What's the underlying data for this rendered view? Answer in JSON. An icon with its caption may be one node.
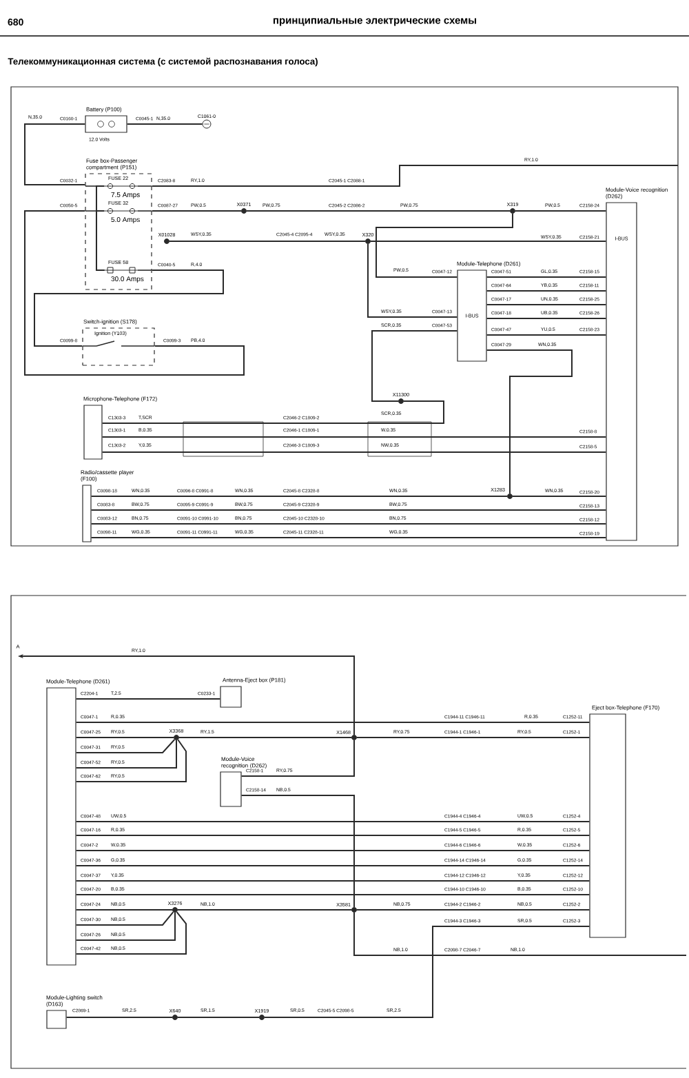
{
  "diagram": {
    "title": "Телекоммуникационная система (с системой распознавания голоса)",
    "nodes": [
      {
        "text": [
          "Battery (P100)"
        ],
        "beside": [
          "12.0 Volts"
        ]
      },
      {
        "text": [],
        "shape": "circle",
        "beside": [
          "C1061-0"
        ]
      },
      {
        "text": [
          "Fuse box-Passenger compartment (P151)"
        ]
      },
      {
        "text": [
          "FUSE 22",
          "7.5 Amps"
        ],
        "in": 2
      },
      {
        "text": [
          "FUSE 32",
          "5.0 Amps"
        ],
        "in": 2
      },
      {
        "text": [
          "FUSE 58",
          "30.0 Amps"
        ],
        "in": 2
      },
      {
        "text": [
          "Switch-ignition (S178)",
          "Ignition (Y103)"
        ]
      },
      {
        "text": [],
        "shape": "circle",
        "beside": [
          "X0371"
        ]
      },
      {
        "text": [],
        "shape": "circle",
        "beside": [
          "X01028"
        ]
      },
      {
        "text": [],
        "shape": "circle",
        "beside": [
          "X319"
        ]
      },
      {
        "text": [],
        "shape": "circle",
        "beside": [
          "X320"
        ]
      },
      {
        "text": [
          "Module-Telephone (D261)",
          "I-BUS"
        ]
      },
      {
        "text": [
          "Module-Voice recognition (D262)",
          "I-BUS"
        ]
      },
      {
        "text": [
          "Microphone-Telephone (F172)"
        ]
      },
      {
        "text": [],
        "shape": "circle",
        "beside": [
          "X11300"
        ]
      },
      {
        "text": [
          "Radio/cassette player (F100)"
        ]
      },
      {
        "text": [],
        "shape": "circle",
        "beside": [
          "X1283"
        ]
      },
      {
        "text": [
          "Module-Telephone (D261)"
        ]
      },
      {
        "text": [
          "Antenna-Eject box (P181)"
        ]
      },
      {
        "text": [
          "Module-Voice recognition (D262)"
        ]
      },
      {
        "text": [
          "Eject box-Telephone (F170)"
        ]
      },
      {
        "text": [
          "Module-Lighting switch (D163)"
        ]
      },
      {
        "text": [],
        "shape": "circle",
        "beside": [
          "X3368"
        ]
      },
      {
        "text": [],
        "shape": "circle",
        "beside": [
          "X1468"
        ]
      },
      {
        "text": [],
        "shape": "circle",
        "beside": [
          "X3276"
        ]
      },
      {
        "text": [],
        "shape": "circle",
        "beside": [
          "X3581"
        ]
      },
      {
        "text": [],
        "shape": "circle",
        "beside": [
          "X640"
        ]
      },
      {
        "text": [],
        "shape": "circle",
        "beside": [
          "X1919"
        ]
      },
      {
        "text": [
          "A"
        ]
      }
    ],
    "edges": [
      {
        "from": 0,
        "to": 2,
        "arrow": "none",
        "label": "N,35.0"
      },
      {
        "from": 0,
        "to": 1,
        "arrow": "none",
        "label": "N,35.0"
      },
      {
        "from": 2,
        "to": null,
        "arrow": "none",
        "label": "RY,1.0"
      },
      {
        "from": 6,
        "to": 2,
        "arrow": "none",
        "label": "PB,4.0"
      },
      {
        "from": 2,
        "to": 6,
        "arrow": "none",
        "label": "R,4.0"
      },
      {
        "from": 2,
        "to": 7,
        "arrow": "none",
        "label": "PW,0.5"
      },
      {
        "from": 7,
        "to": 9,
        "arrow": "none",
        "label": "PW,0.75"
      },
      {
        "from": 9,
        "to": 12,
        "arrow": "none",
        "label": "PW,0.5"
      },
      {
        "from": 9,
        "to": 11,
        "arrow": "none",
        "label": "PW,0.5"
      },
      {
        "from": 8,
        "to": 10,
        "arrow": "none",
        "label": "WSY,0.35"
      },
      {
        "from": 10,
        "to": 12,
        "arrow": "none",
        "label": "WSY,0.35"
      },
      {
        "from": 10,
        "to": 11,
        "arrow": "none",
        "label": "WSY,0.35"
      },
      {
        "from": 13,
        "to": 14,
        "arrow": "none",
        "label": "T,SCR"
      },
      {
        "from": 14,
        "to": 11,
        "arrow": "none",
        "label": "SCR,0.35"
      },
      {
        "from": 13,
        "to": 12,
        "arrow": "none",
        "label": "W,0.35"
      },
      {
        "from": 13,
        "to": 12,
        "arrow": "none",
        "label": "NW,0.35"
      },
      {
        "from": 15,
        "to": 16,
        "arrow": "none",
        "label": "WN,0.35"
      },
      {
        "from": 16,
        "to": 12,
        "arrow": "none",
        "label": "WN,0.35"
      },
      {
        "from": 11,
        "to": 16,
        "arrow": "none",
        "label": "WN,0.35"
      },
      {
        "from": 15,
        "to": 12,
        "arrow": "none",
        "label": "BW,0.75"
      },
      {
        "from": 15,
        "to": 12,
        "arrow": "none",
        "label": "BN,0.75"
      },
      {
        "from": 15,
        "to": 12,
        "arrow": "none",
        "label": "WG,0.35"
      },
      {
        "from": 11,
        "to": 12,
        "arrow": "none",
        "label": "GL,0.35"
      },
      {
        "from": 11,
        "to": 12,
        "arrow": "none",
        "label": "YB,0.35"
      },
      {
        "from": 11,
        "to": 12,
        "arrow": "none",
        "label": "UN,0.35"
      },
      {
        "from": 11,
        "to": 12,
        "arrow": "none",
        "label": "UB,0.35"
      },
      {
        "from": 11,
        "to": 12,
        "arrow": "none",
        "label": "YU,0.5"
      },
      {
        "from": 23,
        "to": 28,
        "arrow": "to",
        "label": "RY,1.0"
      },
      {
        "from": 17,
        "to": 18,
        "arrow": "none",
        "label": "T,2.5"
      },
      {
        "from": 17,
        "to": 20,
        "arrow": "none",
        "label": "R,0.35"
      },
      {
        "from": 17,
        "to": 22,
        "arrow": "none",
        "label": "RY,0.5"
      },
      {
        "from": 17,
        "to": 22,
        "arrow": "none",
        "label": "RY,0.5"
      },
      {
        "from": 17,
        "to": 22,
        "arrow": "none",
        "label": "RY,0.5"
      },
      {
        "from": 17,
        "to": 22,
        "arrow": "none",
        "label": "RY,0.5"
      },
      {
        "from": 22,
        "to": 23,
        "arrow": "none",
        "label": "RY,1.5"
      },
      {
        "from": 19,
        "to": 23,
        "arrow": "none",
        "label": "RY,0.75"
      },
      {
        "from": 23,
        "to": 20,
        "arrow": "none",
        "label": "RY,0.5"
      },
      {
        "from": 17,
        "to": 20,
        "arrow": "none",
        "label": "UW,0.5"
      },
      {
        "from": 17,
        "to": 20,
        "arrow": "none",
        "label": "R,0.35"
      },
      {
        "from": 17,
        "to": 20,
        "arrow": "none",
        "label": "W,0.35"
      },
      {
        "from": 17,
        "to": 20,
        "arrow": "none",
        "label": "G,0.35"
      },
      {
        "from": 17,
        "to": 20,
        "arrow": "none",
        "label": "Y,0.35"
      },
      {
        "from": 17,
        "to": 20,
        "arrow": "none",
        "label": "B,0.35"
      },
      {
        "from": 17,
        "to": 24,
        "arrow": "none",
        "label": "NB,0.5"
      },
      {
        "from": 17,
        "to": 24,
        "arrow": "none",
        "label": "NB,0.5"
      },
      {
        "from": 17,
        "to": 24,
        "arrow": "none",
        "label": "NB,0.5"
      },
      {
        "from": 17,
        "to": 24,
        "arrow": "none",
        "label": "NB,0.5"
      },
      {
        "from": 24,
        "to": 25,
        "arrow": "none",
        "label": "NB,1.0"
      },
      {
        "from": 19,
        "to": 25,
        "arrow": "none",
        "label": "NB,0.5"
      },
      {
        "from": 25,
        "to": 20,
        "arrow": "none",
        "label": "NB,0.5"
      },
      {
        "from": 25,
        "to": null,
        "arrow": "none",
        "label": "NB,1.0"
      },
      {
        "from": 21,
        "to": 26,
        "arrow": "none",
        "label": "SR,2.5"
      },
      {
        "from": 26,
        "to": 27,
        "arrow": "none",
        "label": "SR,1.5"
      },
      {
        "from": 27,
        "to": 20,
        "arrow": "none",
        "label": "SR,0.5"
      },
      {
        "from": 3,
        "to": 5,
        "arrow": "none"
      },
      {
        "from": 4,
        "to": 5,
        "arrow": "none"
      }
    ],
    "labels": [
      "680",
      "принципиальные электрические схемы",
      "C0160-1",
      "C0045-1",
      "C0032-1",
      "C2083-8",
      "RY,1.0",
      "C2045-1 C2088-1",
      "C0050-5",
      "C0087-27",
      "PW,0.75",
      "C2045-2 C2086-2",
      "C2158-24",
      "WSY,0.35",
      "C2045-4 C2095-4",
      "C2158-21",
      "C0040-5",
      "C0047-12",
      "C0047-51",
      "C2158-15",
      "C0047-64",
      "C2158-11",
      "C0047-17",
      "C2158-25",
      "C0047-13",
      "C0047-18",
      "C2158-26",
      "C0047-53",
      "C0047-47",
      "C2158-23",
      "C0099-8",
      "C0099-3",
      "C0047-29",
      "C1303-3",
      "C2046-2 C1809-2",
      "SCR,0.35",
      "C1303-1",
      "B,0.35",
      "C2046-1 C1809-1",
      "C2158-8",
      "C1303-2",
      "Y,0.35",
      "C2046-3 C1809-3",
      "C2158-5",
      "C0098-18",
      "WN,0.35",
      "C0096-8 C0991-8",
      "WN,0.35",
      "C2045-8 C2328-8",
      "C2158-20",
      "C0083-8",
      "BW,0.75",
      "C0095-9 C0991-9",
      "BW,0.75",
      "C2045-9 C2328-9",
      "C2158-13",
      "C0083-12",
      "BN,0.75",
      "C0091-10 C0991-10",
      "BN,0.75",
      "C2045-10 C2328-10",
      "C2158-12",
      "C0098-11",
      "WG,0.35",
      "C0091-11 C0991-11",
      "WG,0.35",
      "C2045-11 C2328-11",
      "C2158-19",
      "C2204-1",
      "C0233-1",
      "C0047-1",
      "R,0.35",
      "C1944-11 C1946-11",
      "C1252-11",
      "C0047-25",
      "C0047-31",
      "C0047-52",
      "C0047-62",
      "RY,0.75",
      "C1944-1 C1946-1",
      "C1252-1",
      "C2158-1",
      "C2158-14",
      "C0047-48",
      "UW,0.5",
      "C1944-4 C1946-4",
      "C1252-4",
      "C0047-16",
      "R,0.35",
      "C1944-5 C1946-5",
      "C1252-5",
      "C0047-2",
      "W,0.35",
      "C1944-6 C1946-6",
      "C1252-6",
      "C0047-36",
      "G,0.35",
      "C1944-14 C1946-14",
      "C1252-14",
      "C0047-37",
      "Y,0.35",
      "C1944-12 C1946-12",
      "C1252-12",
      "C0047-20",
      "B,0.35",
      "C1944-10 C1946-10",
      "C1252-10",
      "C0047-24",
      "NB,0.75",
      "C1944-2 C1946-2",
      "C1252-2",
      "C0047-30",
      "C1944-3 C1946-3",
      "C1252-3",
      "C0047-26",
      "C0047-42",
      "NB,1.0",
      "C2098-7 C2046-7",
      "C2869-1",
      "SR,0.5",
      "C2045-5 C2098-5",
      "SR,2.5"
    ]
  }
}
